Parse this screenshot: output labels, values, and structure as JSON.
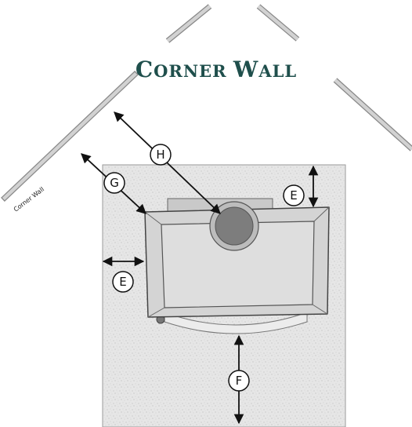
{
  "title": {
    "first_cap": "C",
    "first_rest": "ORNER ",
    "second_cap": "W",
    "second_rest": "ALL",
    "color": "#1f4f4c"
  },
  "wall_label": "Corner Wall",
  "callouts": {
    "e_top": "E",
    "e_left": "E",
    "f": "F",
    "g": "G",
    "h": "H"
  },
  "colors": {
    "hearth_pad": "#e4e4e4",
    "stove_body": "#d4d4d4",
    "stove_outline": "#555555",
    "flue": "#7d7d7d",
    "wall": "#c8c8c8"
  }
}
